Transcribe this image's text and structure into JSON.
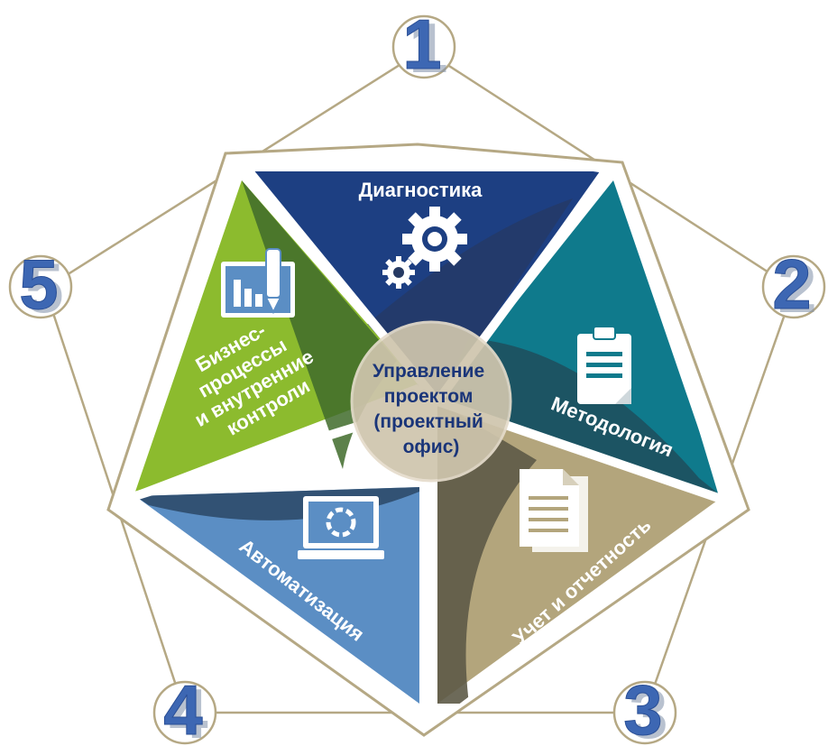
{
  "center": {
    "lines": [
      "Управление",
      "проектом",
      "(проектный",
      "офис)"
    ]
  },
  "segments": [
    {
      "number": "1",
      "lines": [
        "Диагностика"
      ],
      "icon": "gears-icon",
      "color": "#1d3f82"
    },
    {
      "number": "2",
      "lines": [
        "Методология"
      ],
      "icon": "clipboard-icon",
      "color": "#0f7a8c"
    },
    {
      "number": "3",
      "lines": [
        "Учет и отчетность"
      ],
      "icon": "documents-icon",
      "color": "#b3a57c"
    },
    {
      "number": "4",
      "lines": [
        "Автоматизация"
      ],
      "icon": "laptop-icon",
      "color": "#5b8ec4"
    },
    {
      "number": "5",
      "lines": [
        "Бизнес-",
        "процессы",
        "и внутренние",
        "контроли"
      ],
      "icon": "chart-pen-icon",
      "color": "#8cbb2e"
    }
  ],
  "colors": {
    "outline": "#b5a884",
    "numbers": "#3d67b3",
    "center_fill": "#cfc5ad",
    "center_text": "#1a3579"
  }
}
